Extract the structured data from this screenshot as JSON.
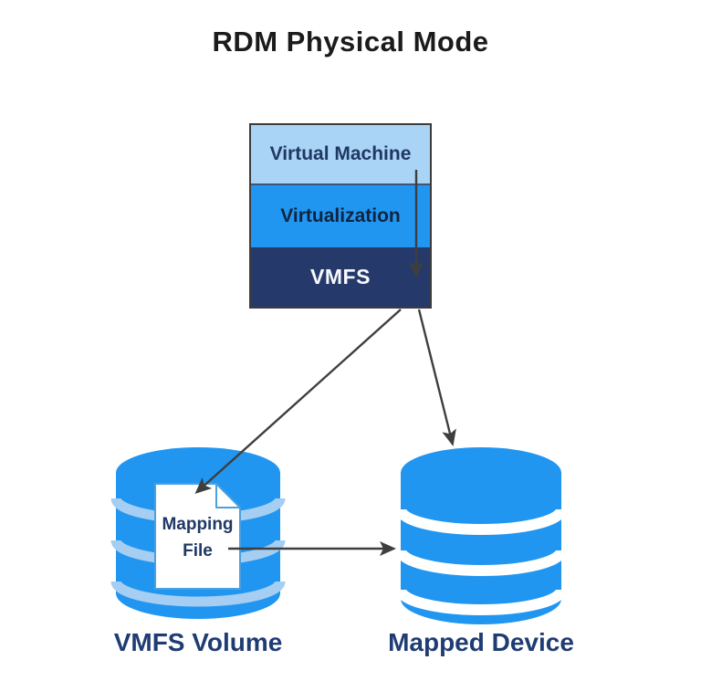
{
  "title": "RDM Physical Mode",
  "stack": {
    "layers": [
      {
        "id": "virtual-machine",
        "label": "Virtual Machine"
      },
      {
        "id": "virtualization",
        "label": "Virtualization"
      },
      {
        "id": "vmfs",
        "label": "VMFS"
      }
    ]
  },
  "vmfs_volume": {
    "label": "VMFS Volume",
    "mapping_file": {
      "label": "Mapping File"
    }
  },
  "mapped_device": {
    "label": "Mapped Device"
  },
  "icons": {
    "left_cylinder": "database-cylinder-icon",
    "right_cylinder": "database-cylinder-icon",
    "mapping_file": "document-page-icon",
    "arrow_in_stack": "arrow-down-icon",
    "arrow_to_mapping_file": "arrow-down-left-icon",
    "arrow_to_mapped_device": "arrow-down-right-icon",
    "arrow_file_to_device": "arrow-right-icon"
  },
  "colors": {
    "title_text": "#1b1b1b",
    "layer_vm_fill": "#a9d4f5",
    "layer_virtualization_fill": "#2196f0",
    "layer_vmfs_fill": "#253a6b",
    "cylinder_blue": "#2196f0",
    "cylinder_band_light_blue": "#a6cef2",
    "cylinder_band_white": "#ffffff",
    "navy_text": "#1f3864",
    "label_navy_text": "#1f3c73",
    "arrow_gray": "#3e3e3e",
    "box_border": "#3c3c3c",
    "document_border": "#4ba0de"
  }
}
